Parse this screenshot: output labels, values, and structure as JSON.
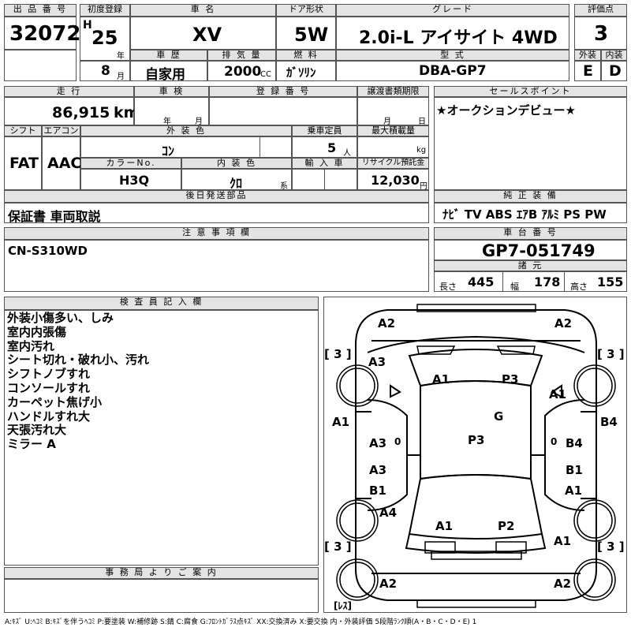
{
  "row1": {
    "lot_no_label": "出 品 番 号",
    "lot_no": "32072",
    "reg_label": "初度登録",
    "era": "H",
    "year": "25",
    "year_unit": "年",
    "month": "8",
    "month_unit": "月",
    "car_name_label": "車 名",
    "car_name": "XV",
    "door_label": "ドア形状",
    "door": "5W",
    "grade_label": "グレード",
    "grade": "2.0i-L アイサイト 4WD",
    "score_label": "評価点",
    "score": "3",
    "history_label": "車 歴",
    "history": "自家用",
    "displacement_label": "排 気 量",
    "displacement": "2000",
    "displacement_unit": "CC",
    "fuel_label": "燃 料",
    "fuel": "ｶﾞｿﾘﾝ",
    "model_label": "型 式",
    "model": "DBA-GP7",
    "ext_label": "外装",
    "ext_grade": "E",
    "int_label": "内装",
    "int_grade": "D"
  },
  "row2": {
    "mileage_label": "走 行",
    "mileage": "86,915",
    "mileage_unit": "km",
    "inspection_label": "車 検",
    "insp_year_unit": "年",
    "insp_month_unit": "月",
    "reg_no_label": "登 録 番 号",
    "transfer_label": "譲渡書類期限",
    "transfer_month_unit": "月",
    "transfer_day_unit": "日",
    "shift_label": "シフト",
    "shift": "FAT",
    "aircon_label": "エアコン",
    "aircon": "AAC",
    "ext_color_label": "外 装 色",
    "ext_color": "ｺﾝ",
    "capacity_label": "乗車定員",
    "capacity": "5",
    "capacity_unit": "人",
    "load_label": "最大積載量",
    "load_unit": "kg",
    "color_no_label": "カラーNo.",
    "color_no": "H3Q",
    "int_color_label": "内 装 色",
    "int_color": "ｸﾛ",
    "int_color_unit": "系",
    "import_label": "輸 入 車",
    "recycle_label": "リサイクル預託金",
    "recycle": "12,030",
    "recycle_unit": "円"
  },
  "sales_point": {
    "label": "セールスポイント",
    "text": "★オークションデビュー★"
  },
  "later_parts": {
    "label": "後日発送部品",
    "text": "保証書 車両取説"
  },
  "genuine": {
    "label": "純 正 装 備",
    "text": "ﾅﾋﾞ TV ABS ｴｱB ｱﾙﾐ PS PW"
  },
  "notes": {
    "label": "注 意 事 項 欄",
    "text": "CN-S310WD"
  },
  "chassis": {
    "label": "車 台 番 号",
    "number": "GP7-051749",
    "dims_label": "諸 元",
    "length_label": "長さ",
    "length": "445",
    "width_label": "幅",
    "width": "178",
    "height_label": "高さ",
    "height": "155"
  },
  "inspector": {
    "label": "検 査 員 記 入 欄",
    "lines": [
      "外装小傷多い、しみ",
      "室内内張傷",
      "室内汚れ",
      "シート切れ・破れ小、汚れ",
      "シフトノブすれ",
      "コンソールすれ",
      "カーペット焦げ小",
      "ハンドルすれ大",
      "天張汚れ大",
      "ミラー A"
    ]
  },
  "office": {
    "label": "事 務 局 よ り ご 案 内"
  },
  "legend": "A:ｷｽﾞ U:ﾍｺﾐ B:ｷｽﾞを伴うﾍｺﾐ P:要塗装 W:補修跡 S:錆 C:腐食 G:ﾌﾛﾝﾄｶﾞﾗｽ点ｷｽﾞ XX:交換済み X:要交換 内・外装評価 5段階ﾗﾝｸ順(A・B・C・D・E) 1",
  "damage_map": {
    "marks": [
      "A2",
      "A2",
      "[ 3 ]",
      "[ 3 ]",
      "A3",
      "A1",
      "P3",
      "A1",
      "G",
      "A1",
      "B4",
      "A3",
      "0",
      "P3",
      "0",
      "B4",
      "A3",
      "B1",
      "B1",
      "A1",
      "A4",
      "A1",
      "P2",
      "[ 3 ]",
      "A1",
      "[ 3 ]",
      "A2",
      "A2",
      "[ﾚｽ]"
    ]
  }
}
